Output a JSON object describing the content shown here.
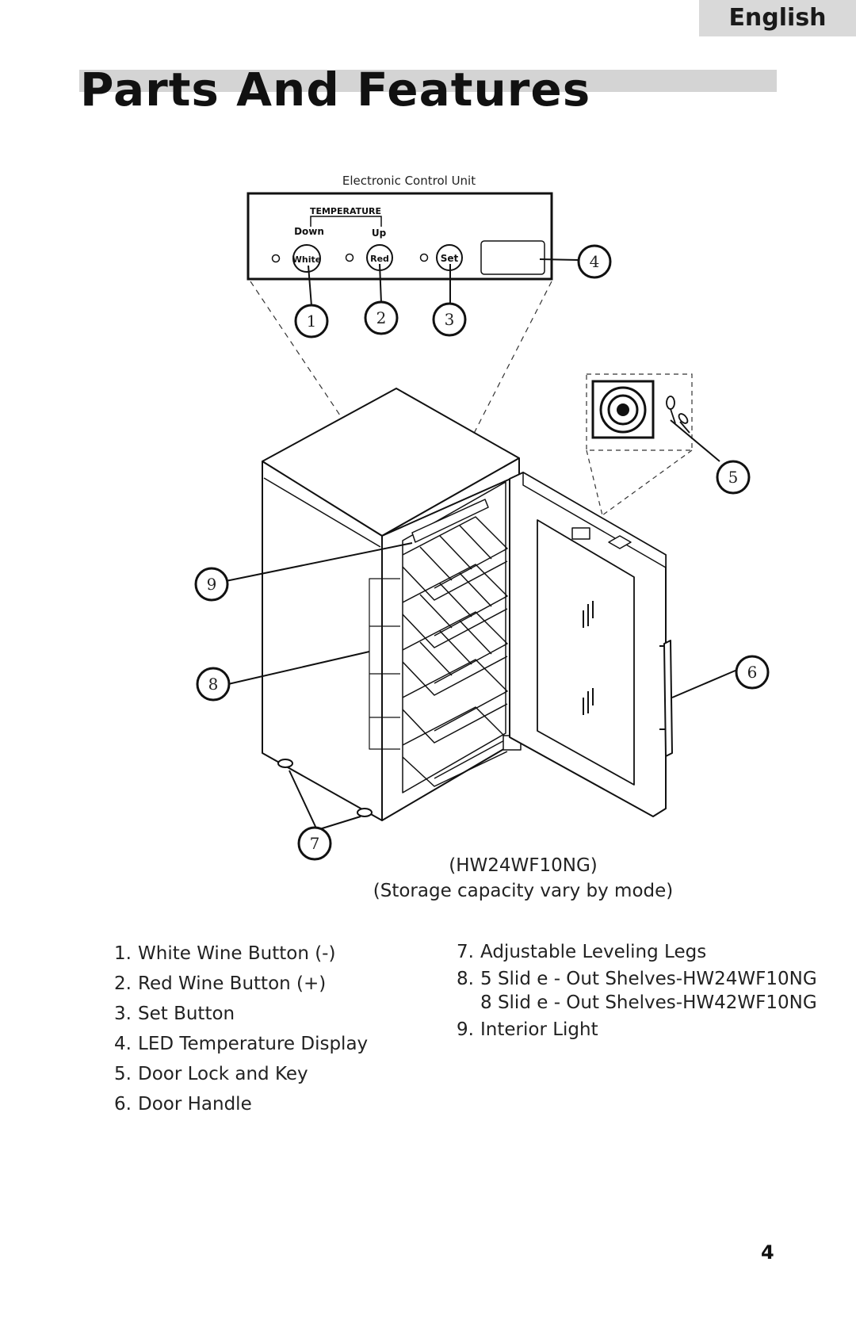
{
  "language_tab": "English",
  "title": "Parts And Features",
  "control_unit": {
    "heading": "Electronic Control Unit",
    "temperature_label": "TEMPERATURE",
    "down_label": "Down",
    "up_label": "Up",
    "buttons": [
      "White",
      "Red",
      "Set"
    ]
  },
  "callouts": [
    "1",
    "2",
    "3",
    "4",
    "5",
    "6",
    "7",
    "8",
    "9"
  ],
  "caption": {
    "model": "(HW24WF10NG)",
    "note": "(Storage capacity vary by mode)"
  },
  "parts_left": [
    {
      "num": "1.",
      "label": "White Wine Button (-)"
    },
    {
      "num": "2.",
      "label": "Red Wine Button (+)"
    },
    {
      "num": "3.",
      "label": "Set Button"
    },
    {
      "num": "4.",
      "label": "LED Temperature Display"
    },
    {
      "num": "5.",
      "label": "Door Lock and Key"
    },
    {
      "num": "6.",
      "label": "Door Handle"
    }
  ],
  "parts_right": [
    {
      "num": "7.",
      "label": "Adjustable Leveling Legs"
    },
    {
      "num": "8.",
      "label": "5 Slid e - Out  Shelves-HW24WF10NG"
    },
    {
      "num": "",
      "label": "8 Slid e - Out  Shelves-HW42WF10NG"
    },
    {
      "num": "9.",
      "label": "Interior Light"
    }
  ],
  "page_number": "4",
  "icons": {
    "lock": "door-lock-icon",
    "key": "key-icon"
  }
}
